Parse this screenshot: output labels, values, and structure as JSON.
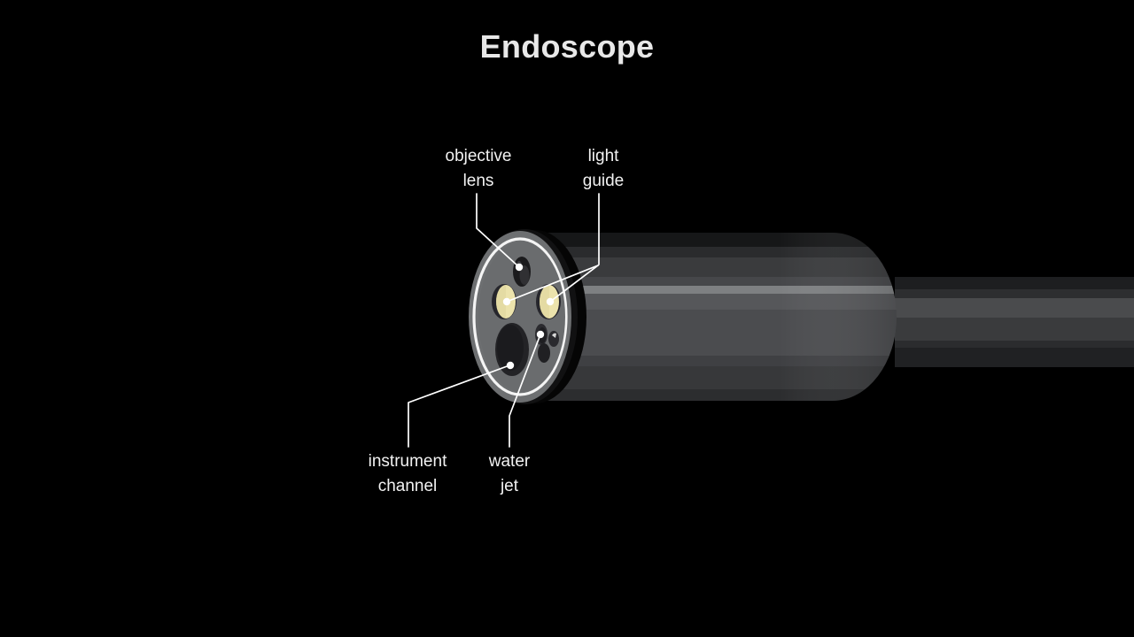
{
  "diagram": {
    "title": "Endoscope",
    "background_color": "#000000",
    "title_color": "#e8e8e8",
    "label_color": "#f2f2f2",
    "leader_color": "#ffffff"
  },
  "labels": [
    {
      "id": "objective-lens",
      "text": "objective\nlens",
      "line1": "objective",
      "line2": "lens",
      "position": "top-left"
    },
    {
      "id": "light-guide",
      "text": "light\nguide",
      "line1": "light",
      "line2": "guide",
      "position": "top-right"
    },
    {
      "id": "instrument-channel",
      "text": "instrument\nchannel",
      "line1": "instrument",
      "line2": "channel",
      "position": "bottom-left"
    },
    {
      "id": "water-jet",
      "text": "water\njet",
      "line1": "water",
      "line2": "jet",
      "position": "bottom-right"
    }
  ],
  "colors": {
    "tube_band_darkest": "#1d1e20",
    "tube_band_dark": "#2f3032",
    "tube_band_mid_dark": "#3a3b3d",
    "tube_band_mid": "#4a4b4d",
    "tube_band_light": "#5a5b5d",
    "tube_highlight": "#8a8b8d",
    "tip_outer_shadow": "#0a0a0a",
    "tip_ring_gray": "#6e7072",
    "tip_ring_outline": "#f5f5f5",
    "tip_face": "#6a6c6e",
    "objective_lens": "#1c1c1e",
    "light_guide": "#ece3ac",
    "light_guide_dark": "#23232a",
    "instrument_channel": "#232326",
    "water_jet": "#2c2c30"
  },
  "parts": [
    {
      "name": "objective lens",
      "shape": "dark ellipse",
      "location": "upper centre of tip face"
    },
    {
      "name": "light guide",
      "shape": "pale yellow ellipse",
      "count": 2,
      "location": "left and right of tip face"
    },
    {
      "name": "instrument channel",
      "shape": "large dark ellipse",
      "location": "lower left of tip face"
    },
    {
      "name": "water jet",
      "shape": "small dark ellipse",
      "location": "lower centre of tip face"
    },
    {
      "name": "insertion tube",
      "shape": "horizontal banded cylinder",
      "location": "right of tip"
    }
  ]
}
